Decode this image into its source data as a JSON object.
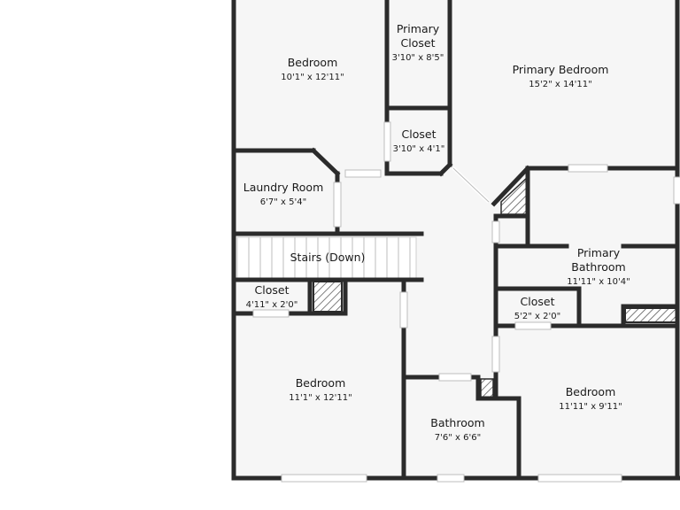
{
  "colors": {
    "wall": "#2b2b2b",
    "floor": "#f6f6f6",
    "background": "#ffffff",
    "window": "#ffffff"
  },
  "rooms": {
    "bedroom_nw": {
      "name": "Bedroom",
      "dim": "10'1\" x 12'11\""
    },
    "primary_closet": {
      "name_line1": "Primary",
      "name_line2": "Closet",
      "dim": "3'10\" x 8'5\""
    },
    "primary_bedroom": {
      "name": "Primary Bedroom",
      "dim": "15'2\" x 14'11\""
    },
    "closet_mid": {
      "name": "Closet",
      "dim": "3'10\" x 4'1\""
    },
    "laundry": {
      "name": "Laundry Room",
      "dim": "6'7\" x 5'4\""
    },
    "stairs": {
      "name": "Stairs (Down)"
    },
    "closet_w": {
      "name": "Closet",
      "dim": "4'11\" x 2'0\""
    },
    "primary_bath": {
      "name_line1": "Primary",
      "name_line2": "Bathroom",
      "dim": "11'11\" x 10'4\""
    },
    "closet_e": {
      "name": "Closet",
      "dim": "5'2\" x 2'0\""
    },
    "bedroom_sw": {
      "name": "Bedroom",
      "dim": "11'1\" x 12'11\""
    },
    "bathroom": {
      "name": "Bathroom",
      "dim": "7'6\" x 6'6\""
    },
    "bedroom_se": {
      "name": "Bedroom",
      "dim": "11'11\" x 9'11\""
    }
  }
}
